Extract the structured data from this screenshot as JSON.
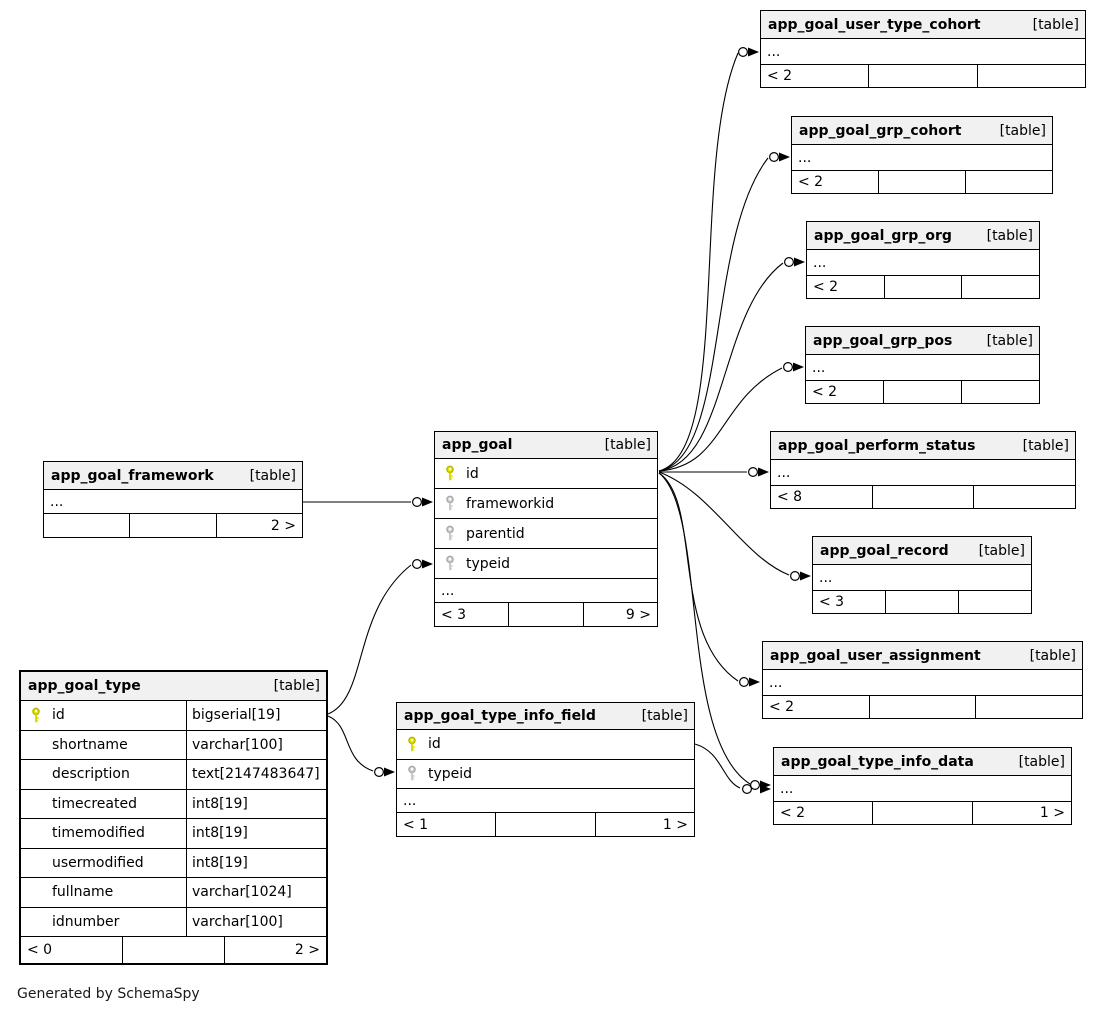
{
  "diagram": {
    "tables": [
      {
        "name": "app_goal_user_type_cohort",
        "badge": "[table]",
        "columns": [],
        "dots": "...",
        "footer": [
          "< 2",
          "",
          ""
        ]
      },
      {
        "name": "app_goal_grp_cohort",
        "badge": "[table]",
        "columns": [],
        "dots": "...",
        "footer": [
          "< 2",
          "",
          ""
        ]
      },
      {
        "name": "app_goal_grp_org",
        "badge": "[table]",
        "columns": [],
        "dots": "...",
        "footer": [
          "< 2",
          "",
          ""
        ]
      },
      {
        "name": "app_goal_grp_pos",
        "badge": "[table]",
        "columns": [],
        "dots": "...",
        "footer": [
          "< 2",
          "",
          ""
        ]
      },
      {
        "name": "app_goal_perform_status",
        "badge": "[table]",
        "columns": [],
        "dots": "...",
        "footer": [
          "< 8",
          "",
          ""
        ]
      },
      {
        "name": "app_goal_record",
        "badge": "[table]",
        "columns": [],
        "dots": "...",
        "footer": [
          "< 3",
          "",
          ""
        ]
      },
      {
        "name": "app_goal_user_assignment",
        "badge": "[table]",
        "columns": [],
        "dots": "...",
        "footer": [
          "< 2",
          "",
          ""
        ]
      },
      {
        "name": "app_goal_type_info_data",
        "badge": "[table]",
        "columns": [],
        "dots": "...",
        "footer": [
          "< 2",
          "",
          "1 >"
        ]
      },
      {
        "name": "app_goal",
        "badge": "[table]",
        "columns": [
          {
            "key": "pk",
            "name": "id",
            "type": ""
          },
          {
            "key": "fk",
            "name": "frameworkid",
            "type": ""
          },
          {
            "key": "fk",
            "name": "parentid",
            "type": ""
          },
          {
            "key": "fk",
            "name": "typeid",
            "type": ""
          }
        ],
        "dots": "...",
        "footer": [
          "< 3",
          "",
          "9 >"
        ]
      },
      {
        "name": "app_goal_framework",
        "badge": "[table]",
        "columns": [],
        "dots": "...",
        "footer": [
          "",
          "",
          "2 >"
        ]
      },
      {
        "name": "app_goal_type",
        "badge": "[table]",
        "columns": [
          {
            "key": "pk",
            "name": "id",
            "type": "bigserial[19]"
          },
          {
            "key": "",
            "name": "shortname",
            "type": "varchar[100]"
          },
          {
            "key": "",
            "name": "description",
            "type": "text[2147483647]"
          },
          {
            "key": "",
            "name": "timecreated",
            "type": "int8[19]"
          },
          {
            "key": "",
            "name": "timemodified",
            "type": "int8[19]"
          },
          {
            "key": "",
            "name": "usermodified",
            "type": "int8[19]"
          },
          {
            "key": "",
            "name": "fullname",
            "type": "varchar[1024]"
          },
          {
            "key": "",
            "name": "idnumber",
            "type": "varchar[100]"
          }
        ],
        "dots": "",
        "footer": [
          "< 0",
          "",
          "2 >"
        ]
      },
      {
        "name": "app_goal_type_info_field",
        "badge": "[table]",
        "columns": [
          {
            "key": "pk",
            "name": "id",
            "type": ""
          },
          {
            "key": "fk",
            "name": "typeid",
            "type": ""
          }
        ],
        "dots": "...",
        "footer": [
          "< 1",
          "",
          "1 >"
        ]
      }
    ],
    "relationships": [
      {
        "from": "app_goal_framework",
        "to": "app_goal"
      },
      {
        "from": "app_goal_type",
        "to": "app_goal"
      },
      {
        "from": "app_goal_type",
        "to": "app_goal_type_info_field"
      },
      {
        "from": "app_goal",
        "to": "app_goal_user_type_cohort"
      },
      {
        "from": "app_goal",
        "to": "app_goal_grp_cohort"
      },
      {
        "from": "app_goal",
        "to": "app_goal_grp_org"
      },
      {
        "from": "app_goal",
        "to": "app_goal_grp_pos"
      },
      {
        "from": "app_goal",
        "to": "app_goal_perform_status"
      },
      {
        "from": "app_goal",
        "to": "app_goal_record"
      },
      {
        "from": "app_goal",
        "to": "app_goal_user_assignment"
      },
      {
        "from": "app_goal",
        "to": "app_goal_type_info_data"
      },
      {
        "from": "app_goal_type_info_field",
        "to": "app_goal_type_info_data"
      }
    ]
  },
  "colors": {
    "header_bg": "#f1f1f1",
    "border": "#000000",
    "pk_key_fill": "#e8e800",
    "pk_key_stroke": "#b8b800",
    "fk_key_fill": "#d6d6d6",
    "fk_key_stroke": "#a8a8a8"
  },
  "footer_note": "Generated by SchemaSpy"
}
